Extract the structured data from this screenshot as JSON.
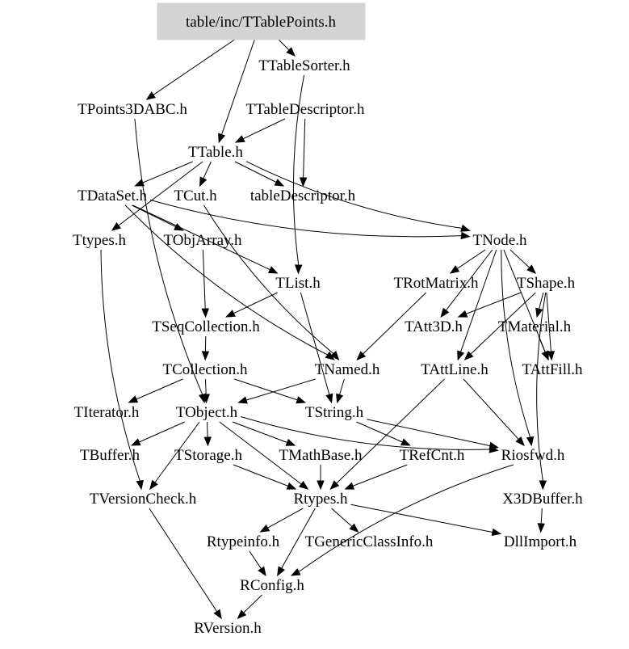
{
  "diagram": {
    "type": "include-dependency-graph",
    "root": "table/inc/TTablePoints.h",
    "colors": {
      "root_fill": "#d3d3d3",
      "edge": "#000000",
      "text": "#000000",
      "background": "#ffffff"
    },
    "nodes": [
      {
        "id": "TTablePoints",
        "label": "table/inc/TTablePoints.h",
        "root": true
      },
      {
        "id": "TTableSorter",
        "label": "TTableSorter.h"
      },
      {
        "id": "TPoints3DABC",
        "label": "TPoints3DABC.h"
      },
      {
        "id": "TTableDescriptor",
        "label": "TTableDescriptor.h"
      },
      {
        "id": "TTable",
        "label": "TTable.h"
      },
      {
        "id": "TDataSet",
        "label": "TDataSet.h"
      },
      {
        "id": "TCut",
        "label": "TCut.h"
      },
      {
        "id": "tableDescriptor",
        "label": "tableDescriptor.h"
      },
      {
        "id": "Ttypes",
        "label": "Ttypes.h"
      },
      {
        "id": "TObjArray",
        "label": "TObjArray.h"
      },
      {
        "id": "TNode",
        "label": "TNode.h"
      },
      {
        "id": "TList",
        "label": "TList.h"
      },
      {
        "id": "TRotMatrix",
        "label": "TRotMatrix.h"
      },
      {
        "id": "TShape",
        "label": "TShape.h"
      },
      {
        "id": "TSeqCollection",
        "label": "TSeqCollection.h"
      },
      {
        "id": "TAtt3D",
        "label": "TAtt3D.h"
      },
      {
        "id": "TMaterial",
        "label": "TMaterial.h"
      },
      {
        "id": "TCollection",
        "label": "TCollection.h"
      },
      {
        "id": "TNamed",
        "label": "TNamed.h"
      },
      {
        "id": "TAttLine",
        "label": "TAttLine.h"
      },
      {
        "id": "TAttFill",
        "label": "TAttFill.h"
      },
      {
        "id": "TIterator",
        "label": "TIterator.h"
      },
      {
        "id": "TObject",
        "label": "TObject.h"
      },
      {
        "id": "TString",
        "label": "TString.h"
      },
      {
        "id": "TBuffer",
        "label": "TBuffer.h"
      },
      {
        "id": "TStorage",
        "label": "TStorage.h"
      },
      {
        "id": "TMathBase",
        "label": "TMathBase.h"
      },
      {
        "id": "TRefCnt",
        "label": "TRefCnt.h"
      },
      {
        "id": "Riosfwd",
        "label": "Riosfwd.h"
      },
      {
        "id": "TVersionCheck",
        "label": "TVersionCheck.h"
      },
      {
        "id": "Rtypes",
        "label": "Rtypes.h"
      },
      {
        "id": "X3DBuffer",
        "label": "X3DBuffer.h"
      },
      {
        "id": "Rtypeinfo",
        "label": "Rtypeinfo.h"
      },
      {
        "id": "TGenericClassInfo",
        "label": "TGenericClassInfo.h"
      },
      {
        "id": "DllImport",
        "label": "DllImport.h"
      },
      {
        "id": "RConfig",
        "label": "RConfig.h"
      },
      {
        "id": "RVersion",
        "label": "RVersion.h"
      }
    ],
    "edges": [
      [
        "TTablePoints",
        "TTableSorter"
      ],
      [
        "TTablePoints",
        "TPoints3DABC"
      ],
      [
        "TTablePoints",
        "TTable"
      ],
      [
        "TTableSorter",
        "TList"
      ],
      [
        "TTableDescriptor",
        "TTable"
      ],
      [
        "TTableDescriptor",
        "tableDescriptor"
      ],
      [
        "TPoints3DABC",
        "TObject"
      ],
      [
        "TTable",
        "TDataSet"
      ],
      [
        "TTable",
        "TCut"
      ],
      [
        "TTable",
        "tableDescriptor"
      ],
      [
        "TTable",
        "Ttypes"
      ],
      [
        "TTable",
        "TNode"
      ],
      [
        "TDataSet",
        "TObjArray"
      ],
      [
        "TDataSet",
        "TList"
      ],
      [
        "TDataSet",
        "TNamed"
      ],
      [
        "TDataSet",
        "TNode"
      ],
      [
        "TCut",
        "TNamed"
      ],
      [
        "Ttypes",
        "TVersionCheck"
      ],
      [
        "TObjArray",
        "TSeqCollection"
      ],
      [
        "TNode",
        "TRotMatrix"
      ],
      [
        "TNode",
        "TShape"
      ],
      [
        "TNode",
        "TAtt3D"
      ],
      [
        "TNode",
        "TAttLine"
      ],
      [
        "TNode",
        "TAttFill"
      ],
      [
        "TNode",
        "Riosfwd"
      ],
      [
        "TList",
        "TSeqCollection"
      ],
      [
        "TList",
        "TString"
      ],
      [
        "TRotMatrix",
        "TNamed"
      ],
      [
        "TShape",
        "TMaterial"
      ],
      [
        "TShape",
        "TAtt3D"
      ],
      [
        "TShape",
        "TAttLine"
      ],
      [
        "TShape",
        "TAttFill"
      ],
      [
        "TShape",
        "X3DBuffer"
      ],
      [
        "TMaterial",
        "TAttFill"
      ],
      [
        "TSeqCollection",
        "TCollection"
      ],
      [
        "TCollection",
        "TObject"
      ],
      [
        "TCollection",
        "TIterator"
      ],
      [
        "TCollection",
        "TString"
      ],
      [
        "TNamed",
        "TObject"
      ],
      [
        "TNamed",
        "TString"
      ],
      [
        "TAttLine",
        "Rtypes"
      ],
      [
        "TAttLine",
        "Riosfwd"
      ],
      [
        "TObject",
        "TStorage"
      ],
      [
        "TObject",
        "TBuffer"
      ],
      [
        "TObject",
        "TVersionCheck"
      ],
      [
        "TObject",
        "Rtypes"
      ],
      [
        "TObject",
        "Riosfwd"
      ],
      [
        "TObject",
        "TMathBase"
      ],
      [
        "TString",
        "TRefCnt"
      ],
      [
        "TString",
        "Riosfwd"
      ],
      [
        "TStorage",
        "Rtypes"
      ],
      [
        "TMathBase",
        "Rtypes"
      ],
      [
        "TRefCnt",
        "Rtypes"
      ],
      [
        "Riosfwd",
        "RConfig"
      ],
      [
        "X3DBuffer",
        "DllImport"
      ],
      [
        "Rtypes",
        "Rtypeinfo"
      ],
      [
        "Rtypes",
        "TGenericClassInfo"
      ],
      [
        "Rtypes",
        "DllImport"
      ],
      [
        "Rtypes",
        "RConfig"
      ],
      [
        "Rtypeinfo",
        "RConfig"
      ],
      [
        "TVersionCheck",
        "RVersion"
      ],
      [
        "RConfig",
        "RVersion"
      ]
    ]
  }
}
